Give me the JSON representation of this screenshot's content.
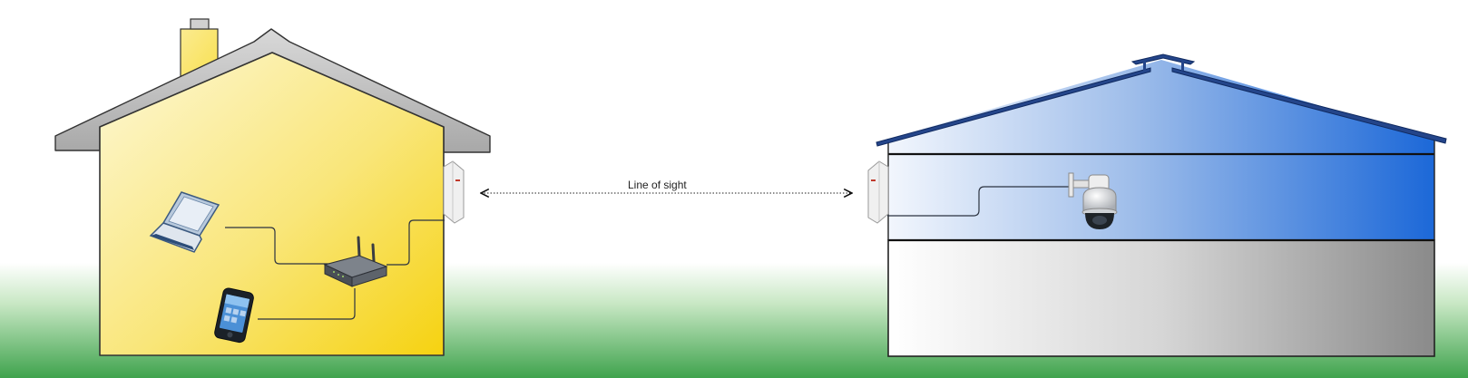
{
  "diagram": {
    "link_label": "Line of sight",
    "colors": {
      "house_wall_light": "#fdf6c8",
      "house_wall_dark": "#f7d417",
      "house_roof": "#bfbfbf",
      "barn_upper_light": "#ffffff",
      "barn_upper_dark": "#1d6ad8",
      "barn_lower_light": "#ffffff",
      "barn_lower_dark": "#8c8c8c",
      "barn_roof_edge": "#1a3a7a",
      "grass_light": "#ffffff",
      "grass_dark": "#3fa34d"
    },
    "devices": [
      {
        "id": "laptop",
        "icon": "laptop-icon"
      },
      {
        "id": "router",
        "icon": "router-icon"
      },
      {
        "id": "phone",
        "icon": "smartphone-icon"
      },
      {
        "id": "antenna_left",
        "icon": "wireless-antenna-icon"
      },
      {
        "id": "antenna_right",
        "icon": "wireless-antenna-icon"
      },
      {
        "id": "camera",
        "icon": "ptz-dome-camera-icon"
      }
    ]
  }
}
